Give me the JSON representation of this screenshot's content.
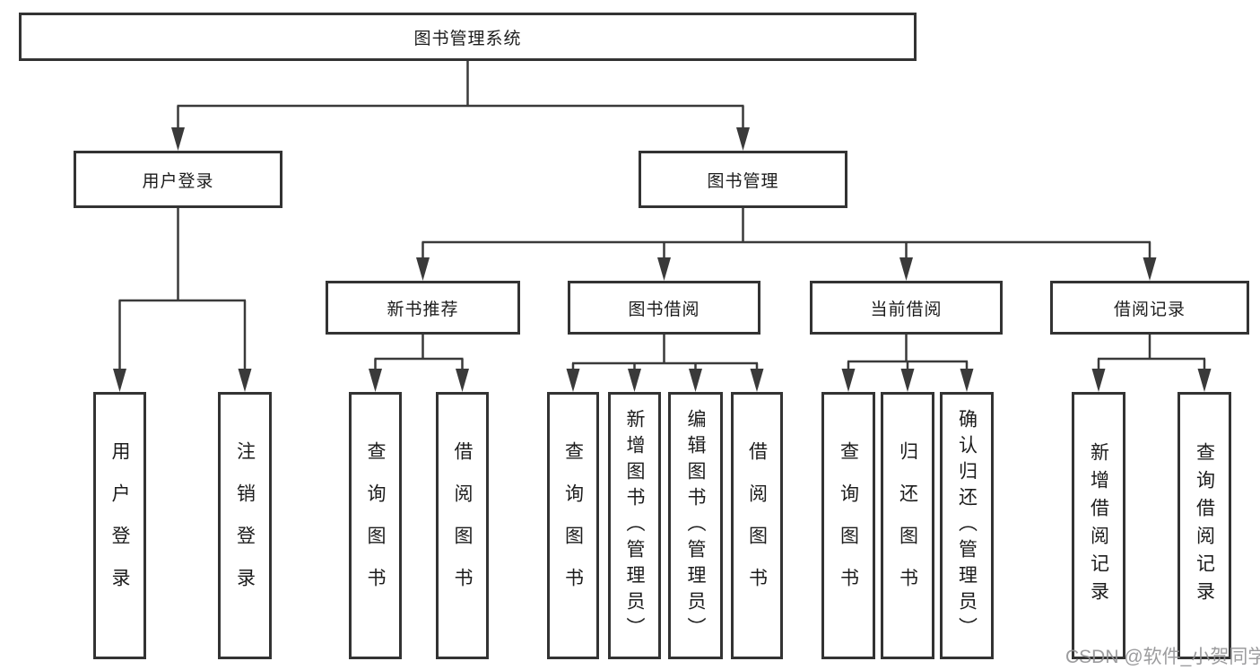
{
  "diagram": {
    "root": "图书管理系统",
    "branches": [
      {
        "label": "用户登录",
        "leaves": [
          "用户登录",
          "注销登录"
        ]
      },
      {
        "label": "图书管理",
        "groups": [
          {
            "label": "新书推荐",
            "leaves": [
              "查询图书",
              "借阅图书"
            ]
          },
          {
            "label": "图书借阅",
            "leaves": [
              "查询图书",
              "新增图书（管理员）",
              "编辑图书（管理员）",
              "借阅图书"
            ]
          },
          {
            "label": "当前借阅",
            "leaves": [
              "查询图书",
              "归还图书",
              "确认归还（管理员）"
            ]
          },
          {
            "label": "借阅记录",
            "leaves": [
              "新增借阅记录",
              "查询借阅记录"
            ]
          }
        ]
      }
    ]
  },
  "watermark": "CSDN @软件_小贺同学",
  "colors": {
    "line": "#3a3a3a",
    "border": "#333333",
    "text": "#1c1c1c",
    "watermark": "#919194",
    "background": "#ffffff"
  }
}
